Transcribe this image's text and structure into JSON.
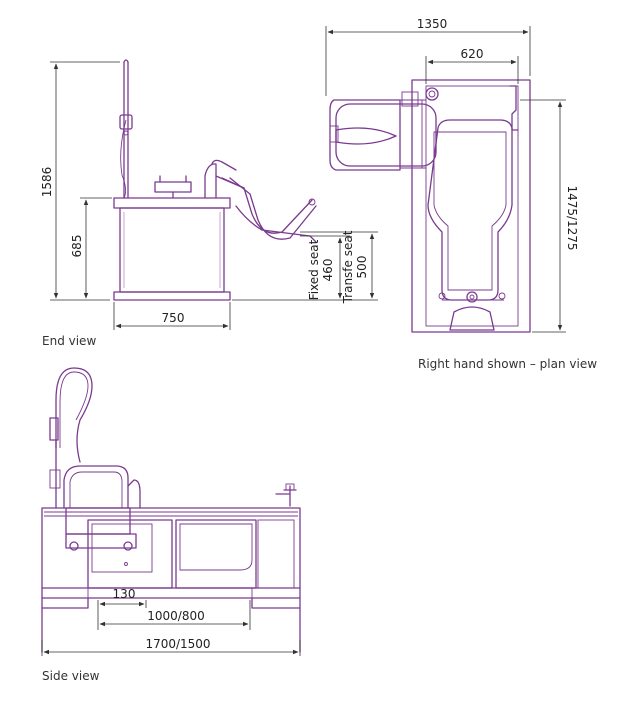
{
  "colors": {
    "outline": "#7a3b8f",
    "dimension": "#333333",
    "text": "#222222"
  },
  "captions": {
    "end_view": "End view",
    "plan_view": "Right hand shown – plan view",
    "side_view": "Side view"
  },
  "end_view": {
    "height_total": "1586",
    "height_bath": "685",
    "width": "750",
    "fixed_seat_label": "Fixed seat",
    "fixed_seat_value": "460",
    "transfer_seat_label": "Transfe seat",
    "transfer_seat_value": "500"
  },
  "plan_view": {
    "width_total": "1350",
    "width_inner": "620",
    "length": "1475/1275"
  },
  "side_view": {
    "clearance": "130",
    "length_inner": "1000/800",
    "length_total": "1700/1500"
  }
}
